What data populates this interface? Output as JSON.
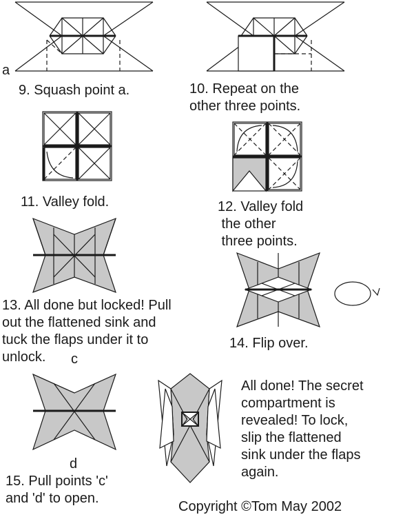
{
  "steps": [
    {
      "caption": "9. Squash point a."
    },
    {
      "caption": "10. Repeat on the\nother three points."
    },
    {
      "caption": "11. Valley fold."
    },
    {
      "caption": "12. Valley fold\n the other\n three points."
    },
    {
      "caption": "13. All done but locked! Pull\nout the flattened sink and\ntuck the flaps under it to\nunlock."
    },
    {
      "caption": "14. Flip over."
    },
    {
      "caption": "15. Pull points 'c'\nand 'd' to open."
    }
  ],
  "point_labels": {
    "a": "a",
    "c": "c",
    "d": "d"
  },
  "final_note": "All done! The secret\ncompartment is\nrevealed! To lock,\nslip the flattened\nsink under the flaps\nagain.",
  "copyright": "Copyright ©Tom May 2002",
  "colors": {
    "fill": "#c8c8c8",
    "line": "#1a1a1a",
    "background": "#ffffff"
  }
}
